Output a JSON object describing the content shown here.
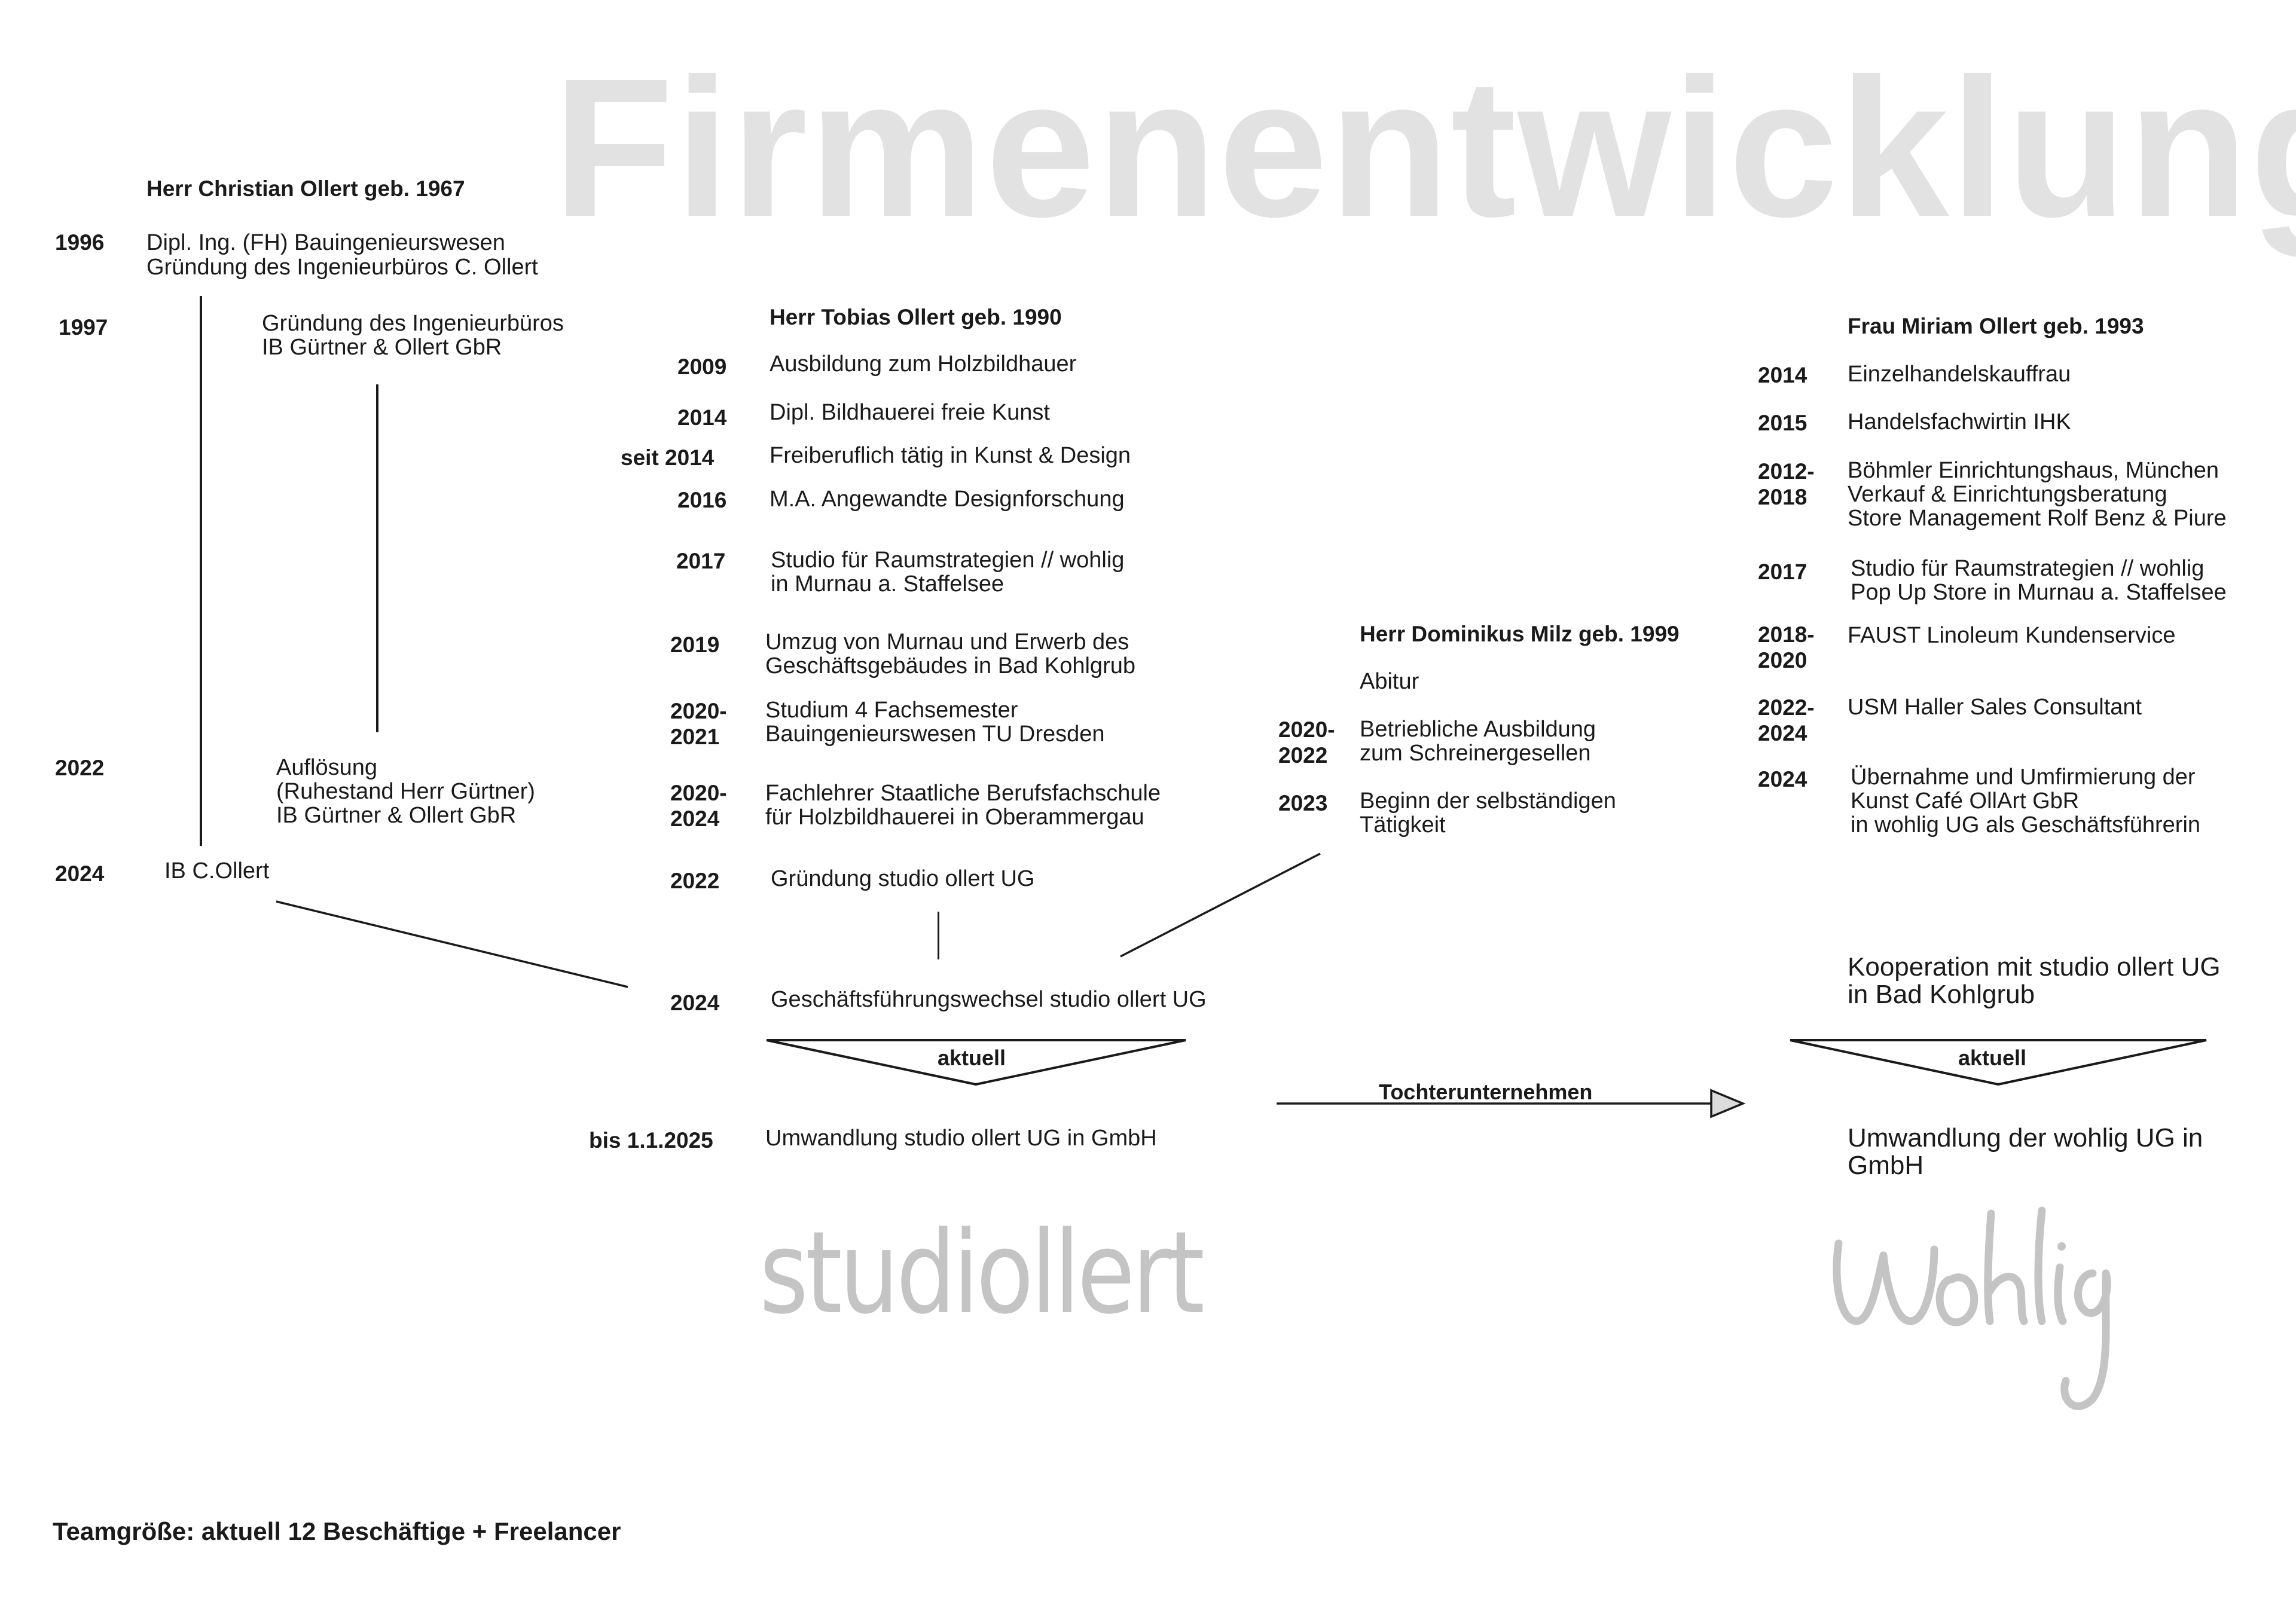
{
  "title": "Firmenentwicklung",
  "christian": {
    "name": "Herr Christian Ollert  geb. 1967",
    "entries": [
      {
        "year": "1996",
        "lines": [
          "Dipl. Ing. (FH)  Bauingenieurswesen",
          "Gründung des Ingenieurbüros C. Ollert"
        ]
      },
      {
        "year": "1997",
        "lines": [
          "Gründung des Ingenieurbüros",
          "IB Gürtner & Ollert GbR"
        ]
      },
      {
        "year": "2022",
        "lines": [
          "Auflösung",
          "(Ruhestand Herr Gürtner)",
          "IB Gürtner & Ollert GbR"
        ]
      },
      {
        "year": "2024",
        "lines": [
          "IB C.Ollert"
        ]
      }
    ]
  },
  "tobias": {
    "name": "Herr Tobias Ollert  geb. 1990",
    "entries": [
      {
        "year": "2009",
        "lines": [
          "Ausbildung zum Holzbildhauer"
        ]
      },
      {
        "year": "2014",
        "lines": [
          "Dipl. Bildhauerei freie Kunst"
        ]
      },
      {
        "year": "seit 2014",
        "lines": [
          "Freiberuflich tätig in Kunst & Design"
        ]
      },
      {
        "year": "2016",
        "lines": [
          "M.A. Angewandte Designforschung"
        ]
      },
      {
        "year": "2017",
        "lines": [
          "Studio für Raumstrategien // wohlig",
          "in Murnau a. Staffelsee"
        ]
      },
      {
        "year": "2019",
        "lines": [
          "Umzug von Murnau und Erwerb des",
          "Geschäftsgebäudes in Bad Kohlgrub"
        ]
      },
      {
        "year": "2020-\n2021",
        "lines": [
          "Studium 4 Fachsemester",
          "Bauingenieurswesen TU Dresden"
        ]
      },
      {
        "year": "2020-\n2024",
        "lines": [
          "Fachlehrer Staatliche Berufsfachschule",
          "für Holzbildhauerei in Oberammergau"
        ]
      },
      {
        "year": "2022",
        "lines": [
          "Gründung studio ollert UG"
        ]
      },
      {
        "year": "2024",
        "lines": [
          "Geschäftsführungswechsel studio ollert UG"
        ]
      },
      {
        "year": "bis 1.1.2025",
        "lines": [
          "Umwandlung studio ollert UG in GmbH"
        ]
      }
    ],
    "status": "aktuell"
  },
  "dominikus": {
    "name": "Herr Dominikus Milz geb. 1999",
    "entries": [
      {
        "year": "",
        "lines": [
          "Abitur"
        ]
      },
      {
        "year": "2020-\n2022",
        "lines": [
          "Betriebliche Ausbildung",
          "zum Schreinergesellen"
        ]
      },
      {
        "year": "2023",
        "lines": [
          "Beginn der selbständigen",
          "Tätigkeit"
        ]
      }
    ]
  },
  "miriam": {
    "name": "Frau Miriam Ollert  geb. 1993",
    "entries": [
      {
        "year": "2014",
        "lines": [
          "Einzelhandelskauffrau"
        ]
      },
      {
        "year": "2015",
        "lines": [
          "Handelsfachwirtin IHK"
        ]
      },
      {
        "year": "2012-\n2018",
        "lines": [
          "Böhmler Einrichtungshaus, München",
          "Verkauf & Einrichtungsberatung",
          "Store Management Rolf Benz & Piure"
        ]
      },
      {
        "year": "2017",
        "lines": [
          "Studio für Raumstrategien // wohlig",
          "Pop Up Store in Murnau a. Staffelsee"
        ]
      },
      {
        "year": "2018-\n2020",
        "lines": [
          "FAUST Linoleum Kundenservice"
        ]
      },
      {
        "year": "2022-\n2024",
        "lines": [
          "USM Haller Sales Consultant"
        ]
      },
      {
        "year": "2024",
        "lines": [
          "Übernahme und Umfirmierung der",
          "Kunst Café OllArt GbR",
          "in wohlig UG als Geschäftsführerin"
        ]
      }
    ],
    "kooperation": [
      "Kooperation mit studio ollert UG",
      "in Bad Kohlgrub"
    ],
    "status": "aktuell",
    "umwandlung": [
      "Umwandlung der wohlig UG in",
      "GmbH"
    ]
  },
  "arrow_label": "Tochterunternehmen",
  "logos": {
    "studio": "studio ollert",
    "wohlig": "wohlig"
  },
  "footer": "Teamgröße: aktuell 12 Beschäftige + Freelancer"
}
